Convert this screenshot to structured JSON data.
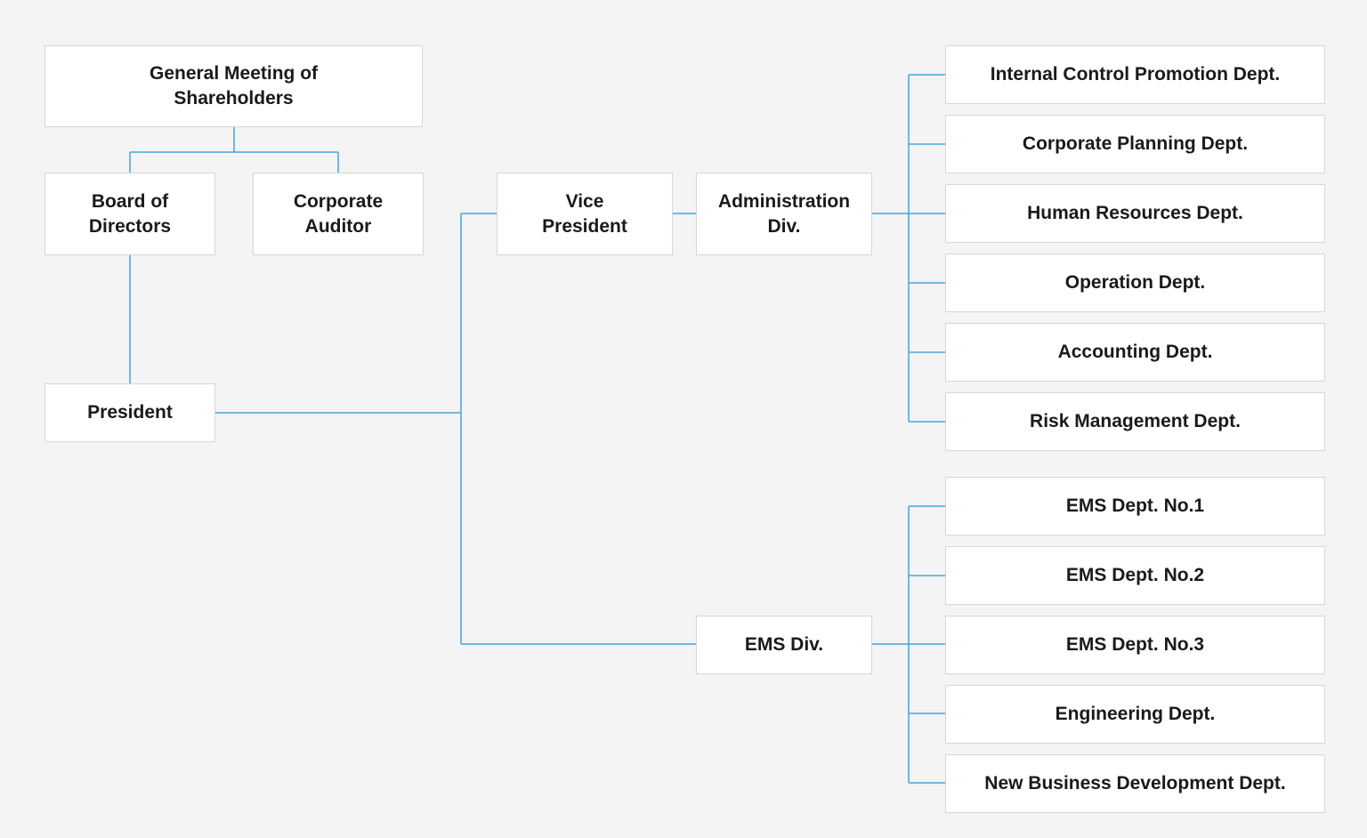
{
  "colors": {
    "background": "#f4f4f4",
    "box_fill": "#ffffff",
    "box_border": "#d6d6d6",
    "connector": "#4aa3d6",
    "text": "#1a1a1a"
  },
  "nodes": {
    "general_meeting": "General Meeting of\nShareholders",
    "board": "Board of\nDirectors",
    "auditor": "Corporate\nAuditor",
    "president": "President",
    "vice_president": "Vice\nPresident",
    "admin_div": "Administration\nDiv.",
    "ems_div": "EMS Div.",
    "internal_control": "Internal Control Promotion Dept.",
    "corporate_planning": "Corporate Planning Dept.",
    "human_resources": "Human Resources Dept.",
    "operation": "Operation Dept.",
    "accounting": "Accounting Dept.",
    "risk_management": "Risk Management Dept.",
    "ems_no1": "EMS Dept. No.1",
    "ems_no2": "EMS Dept. No.2",
    "ems_no3": "EMS Dept. No.3",
    "engineering": "Engineering Dept.",
    "new_business": "New Business Development Dept."
  }
}
